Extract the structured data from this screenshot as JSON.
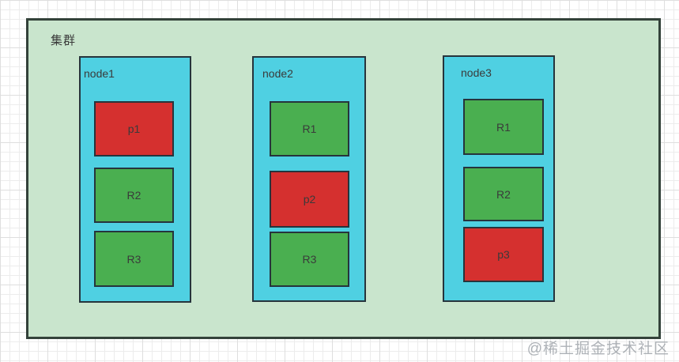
{
  "colors": {
    "cluster_fill": "#c9e5cd",
    "cluster_border": "#33423a",
    "node_fill": "#4fd0e2",
    "node_border": "#26343c",
    "primary_fill": "#d5302f",
    "replica_fill": "#4aaf50",
    "box_border": "#26343c",
    "label_color": "#3a3a3a",
    "grid_line": "#ececec",
    "grid_major": "#dedede",
    "watermark_color": "#9aa0a6"
  },
  "cluster": {
    "label": "集群",
    "nodes": [
      {
        "label": "node1",
        "boxes": [
          {
            "label": "p1",
            "type": "primary"
          },
          {
            "label": "R2",
            "type": "replica"
          },
          {
            "label": "R3",
            "type": "replica"
          }
        ]
      },
      {
        "label": "node2",
        "boxes": [
          {
            "label": "R1",
            "type": "replica"
          },
          {
            "label": "p2",
            "type": "primary"
          },
          {
            "label": "R3",
            "type": "replica"
          }
        ]
      },
      {
        "label": "node3",
        "boxes": [
          {
            "label": "R1",
            "type": "replica"
          },
          {
            "label": "R2",
            "type": "replica"
          },
          {
            "label": "p3",
            "type": "primary"
          }
        ]
      }
    ]
  },
  "watermark": {
    "text": "@稀土掘金技术社区"
  }
}
